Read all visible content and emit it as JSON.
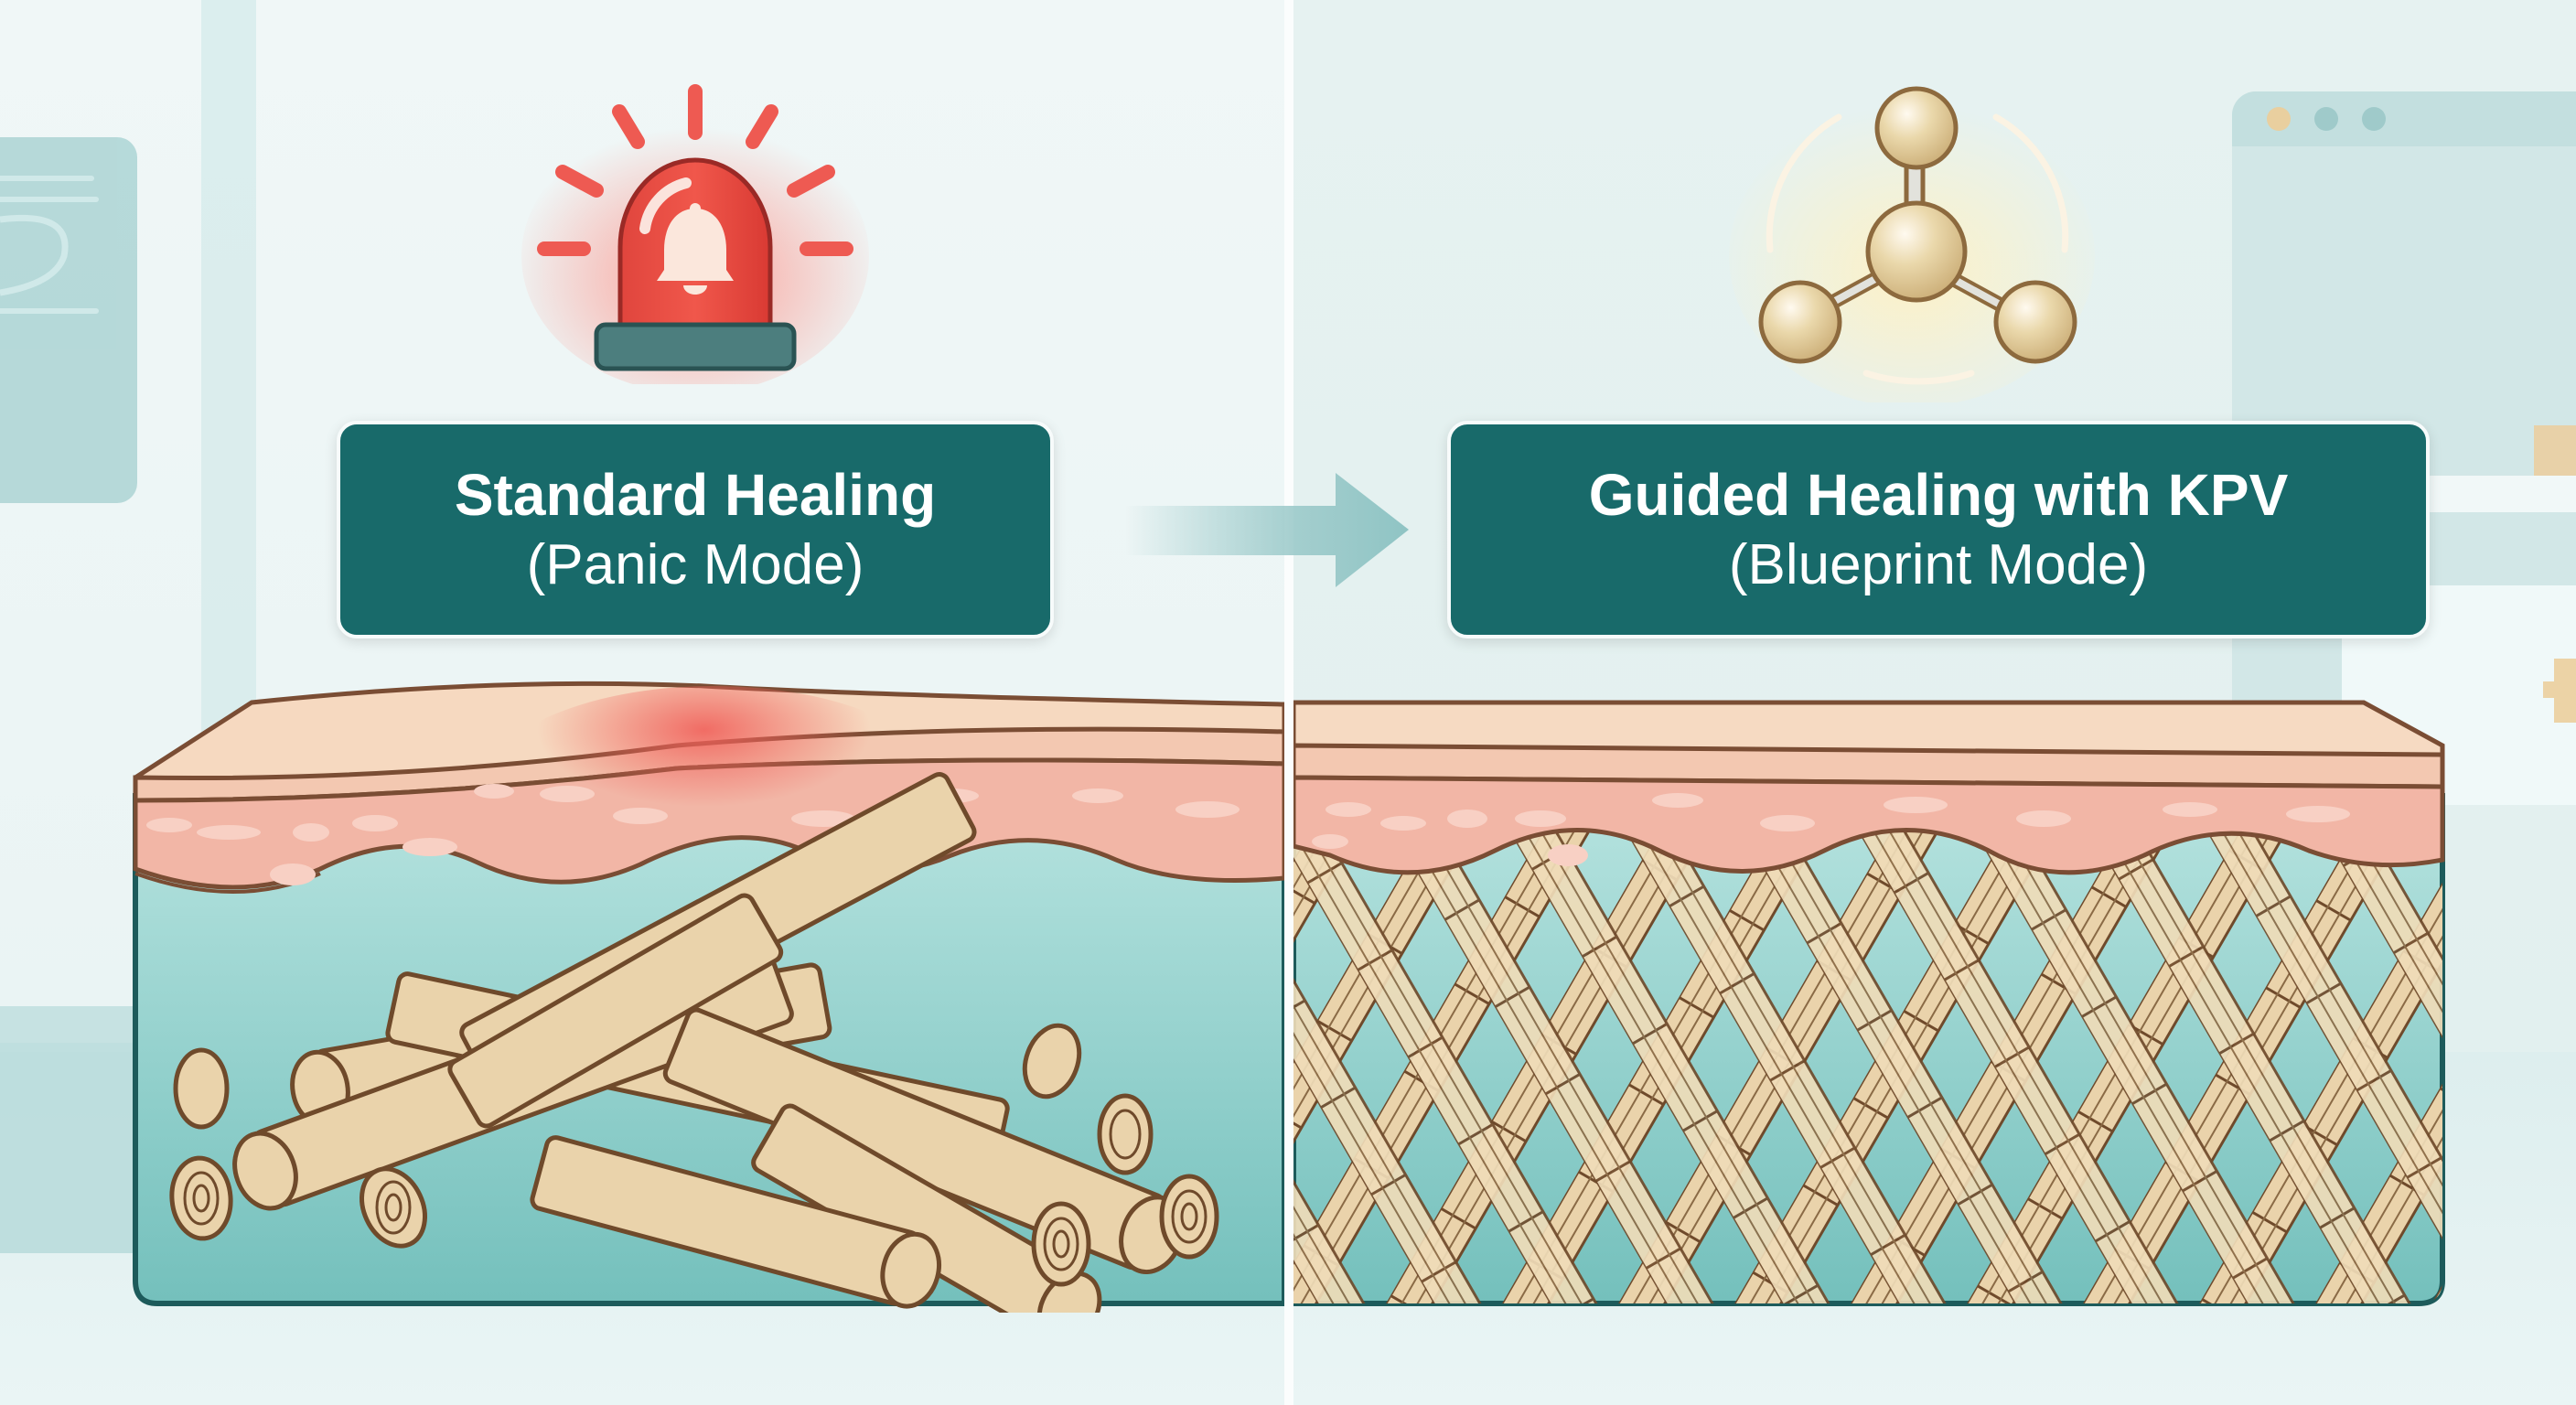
{
  "panels": {
    "left": {
      "title": "Standard Healing",
      "subtitle": "(Panic Mode)",
      "icon": "alarm-siren-icon",
      "tissue_state": "disorganized-collagen-bundles"
    },
    "right": {
      "title": "Guided Healing with KPV",
      "subtitle": "(Blueprint Mode)",
      "icon": "molecule-icon",
      "tissue_state": "organized-woven-collagen-lattice"
    }
  },
  "transition_arrow": "arrow-right-icon",
  "colors": {
    "label_bg": "#186a6a",
    "label_text": "#ffffff",
    "siren_red": "#e8413a",
    "siren_base": "#3f7474",
    "molecule_gold": "#e7d3a2",
    "skin_top": "#f6d8bf",
    "dermis_pink": "#f0b3a4",
    "inflamed_red": "#ee6b61",
    "fluid_teal": "#8fd0cc",
    "collagen_tan": "#ead3ab",
    "outline_brown": "#7a5233",
    "arrow_teal": "#8fc4c4"
  }
}
